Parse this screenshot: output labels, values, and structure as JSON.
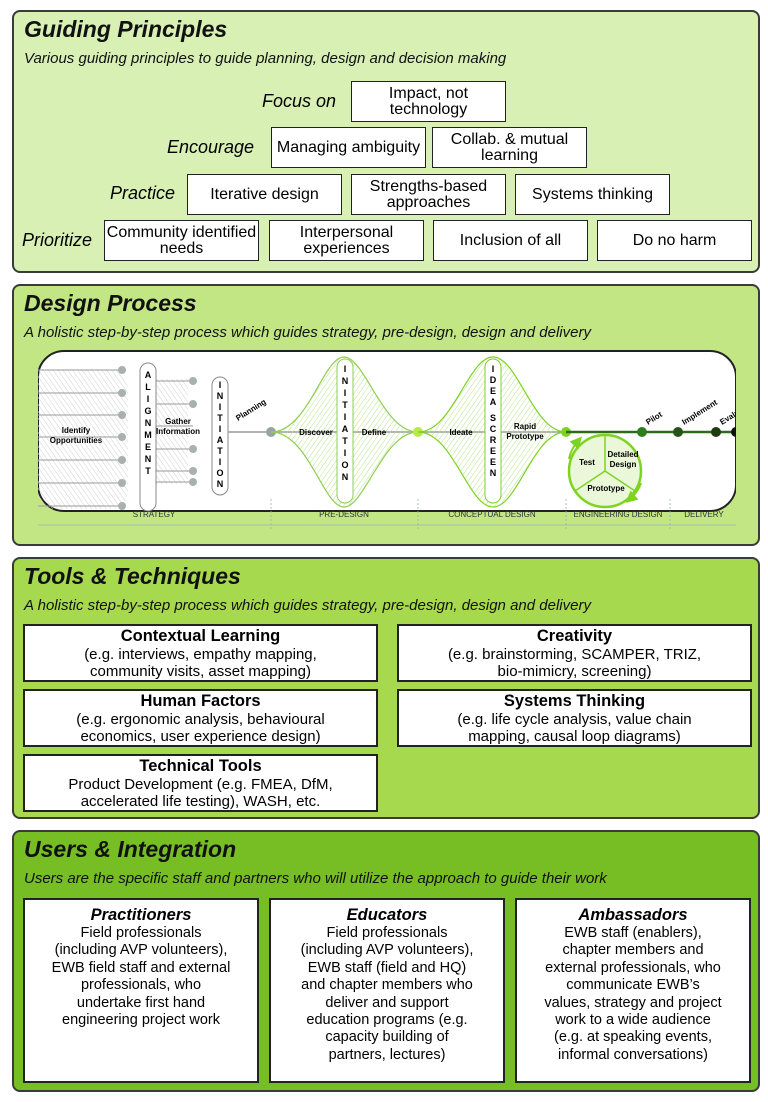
{
  "guiding": {
    "title": "Guiding Principles",
    "subtitle": "Various guiding principles to guide planning, design and decision making",
    "rows": [
      {
        "label": "Focus on",
        "items": [
          "Impact, not technology"
        ]
      },
      {
        "label": "Encourage",
        "items": [
          "Managing ambiguity",
          "Collab. & mutual learning"
        ]
      },
      {
        "label": "Practice",
        "items": [
          "Iterative design",
          "Strengths-based approaches",
          "Systems thinking"
        ]
      },
      {
        "label": "Prioritize",
        "items": [
          "Community identified needs",
          "Interpersonal experiences",
          "Inclusion of all",
          "Do no harm"
        ]
      }
    ]
  },
  "design": {
    "title": "Design Process",
    "subtitle": "A holistic step-by-step process which guides strategy, pre-design, design and delivery",
    "diagram": {
      "identify": "Identify Opportunities",
      "alignment": "ALIGNMENT",
      "gather": "Gather Information",
      "initiation1": "INITIATION",
      "planning": "Planning",
      "discover": "Discover",
      "initiation2": "INITIATION",
      "define": "Define",
      "ideate": "Ideate",
      "idea": "IDEA",
      "screen": "SCREEN",
      "rapid_prototype": "Rapid Prototype",
      "pilot": "Pilot",
      "implement": "Implement",
      "evaluate": "Evaluate",
      "test": "Test",
      "detailed_design": "Detailed Design",
      "prototype": "Prototype",
      "phases": [
        "STRATEGY",
        "PRE-DESIGN",
        "CONCEPTUAL DESIGN",
        "ENGINEERING DESIGN",
        "DELIVERY"
      ]
    }
  },
  "tools": {
    "title": "Tools & Techniques",
    "subtitle": "A holistic step-by-step process which guides strategy, pre-design, design and delivery",
    "items": [
      {
        "title": "Contextual Learning",
        "lines": [
          "(e.g. interviews, empathy mapping,",
          "community visits, asset mapping)"
        ]
      },
      {
        "title": "Creativity",
        "lines": [
          "(e.g. brainstorming, SCAMPER, TRIZ,",
          "bio-mimicry, screening)"
        ]
      },
      {
        "title": "Human Factors",
        "lines": [
          "(e.g. ergonomic analysis, behavioural",
          "economics, user experience design)"
        ]
      },
      {
        "title": "Systems Thinking",
        "lines": [
          "(e.g. life cycle analysis, value chain",
          "mapping, causal loop diagrams)"
        ]
      },
      {
        "title": "Technical Tools",
        "lines": [
          "Product Development (e.g. FMEA, DfM,",
          "accelerated life testing), WASH, etc."
        ]
      }
    ]
  },
  "users": {
    "title": "Users & Integration",
    "subtitle": "Users are the specific staff and partners who will utilize the approach to guide their work",
    "items": [
      {
        "title": "Practitioners",
        "lines": [
          "Field professionals",
          "(including AVP volunteers),",
          "EWB field staff and external",
          "professionals, who",
          "undertake first hand",
          "engineering project work"
        ]
      },
      {
        "title": "Educators",
        "lines": [
          "Field professionals",
          "(including AVP volunteers),",
          "EWB staff (field and HQ)",
          "and chapter members who",
          "deliver and support",
          "education programs (e.g.",
          "capacity building of",
          "partners, lectures)"
        ]
      },
      {
        "title": "Ambassadors",
        "lines": [
          "EWB staff (enablers),",
          "chapter members and",
          "external professionals, who",
          "communicate EWB’s",
          "values, strategy and project",
          "work to a wide audience",
          "(e.g. at speaking events,",
          "informal conversations)"
        ]
      }
    ]
  },
  "colors": {
    "panel1": "#d8f0b4",
    "panel2": "#c2e684",
    "panel3": "#a6d94e",
    "panel4": "#76be24",
    "accent": "#7ed321",
    "dark_node": "#1e4a12"
  }
}
